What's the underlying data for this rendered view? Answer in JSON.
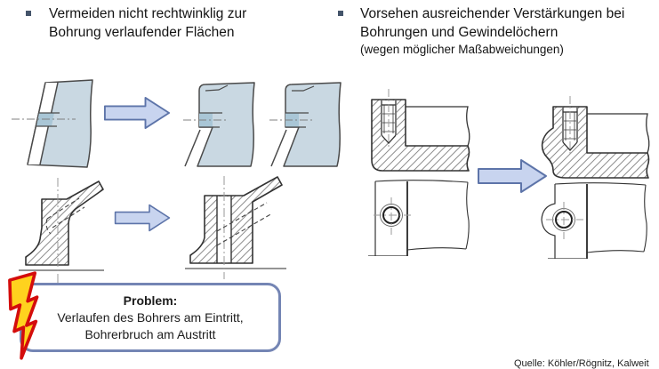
{
  "slide": {
    "bullets": [
      {
        "label": "Vermeiden nicht rechtwinklig zur Bohrung verlaufender Flächen",
        "note": ""
      },
      {
        "label": "Vorsehen ausreichender Verstärkungen bei Bohrungen und Gewindelöchern",
        "note": "(wegen möglicher Maßabweichungen)"
      }
    ],
    "problem_box": {
      "title": "Problem:",
      "lines": [
        "Verlaufen des Bohrers am Eintritt,",
        "Bohrerbruch am Austritt"
      ]
    },
    "source": "Quelle: Köhler/Rögnitz, Kalweit",
    "icons": {
      "bullet": "small-dark-square",
      "block_arrow": "right-pointing-block-arrow",
      "lightning": "lightning-bolt-warning"
    },
    "colors": {
      "material_shade": "#c9d8e2",
      "bore_shade": "#a9c6d6",
      "arrow_fill": "#c8d4ef",
      "arrow_border": "#5d74a9",
      "box_border": "#7485b4",
      "bolt_fill": "#ffd21e",
      "bolt_stroke": "#d40d0c",
      "bullet": "#44546a",
      "text": "#1c1c1c"
    }
  }
}
